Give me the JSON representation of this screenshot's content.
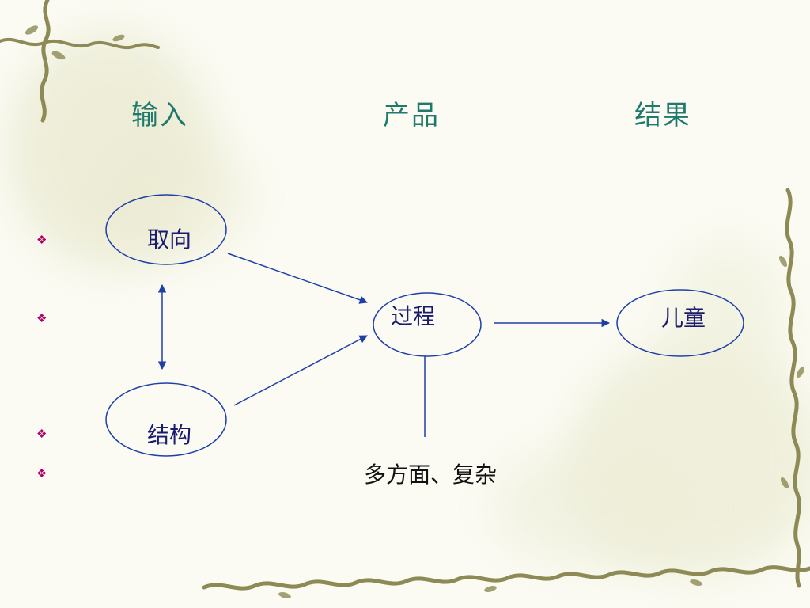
{
  "headers": {
    "input": "输入",
    "product": "产品",
    "result": "结果"
  },
  "nodes": {
    "orientation": "取向",
    "structure": "结构",
    "process": "过程",
    "child": "儿童"
  },
  "caption": "多方面、复杂",
  "bullet_glyph": "❖",
  "colors": {
    "header_text": "#1f7a6b",
    "node_text": "#1a1a6e",
    "edge_stroke": "#1f3fa8",
    "bullet": "#b0006a",
    "vine": "#8d8a55"
  }
}
